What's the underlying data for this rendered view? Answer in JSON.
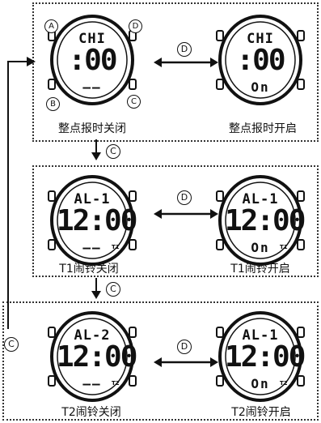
{
  "panels": [
    {
      "left": {
        "line1": "CHI",
        "big": ":00",
        "line3": "——",
        "tag": "",
        "caption": "整点报时关闭"
      },
      "right": {
        "line1": "CHI",
        "big": ":00",
        "line3": "On",
        "tag": "",
        "caption": "整点报时开启"
      }
    },
    {
      "left": {
        "line1": "AL-1",
        "big": "12:00",
        "line3": "——",
        "tag": "T1",
        "caption": "T1闹铃关闭"
      },
      "right": {
        "line1": "AL-1",
        "big": "12:00",
        "line3": "On",
        "tag": "T1",
        "caption": "T1闹铃开启"
      }
    },
    {
      "left": {
        "line1": "AL-2",
        "big": "12:00",
        "line3": "——",
        "tag": "T2",
        "caption": "T2闹铃关闭"
      },
      "right": {
        "line1": "AL-1",
        "big": "12:00",
        "line3": "On",
        "tag": "T2",
        "caption": "T2闹铃开启"
      }
    }
  ],
  "buttons": {
    "a": "A",
    "b": "B",
    "c": "C",
    "d": "D"
  },
  "transitions": {
    "toggle": "D",
    "next": "C",
    "loop": "C"
  }
}
